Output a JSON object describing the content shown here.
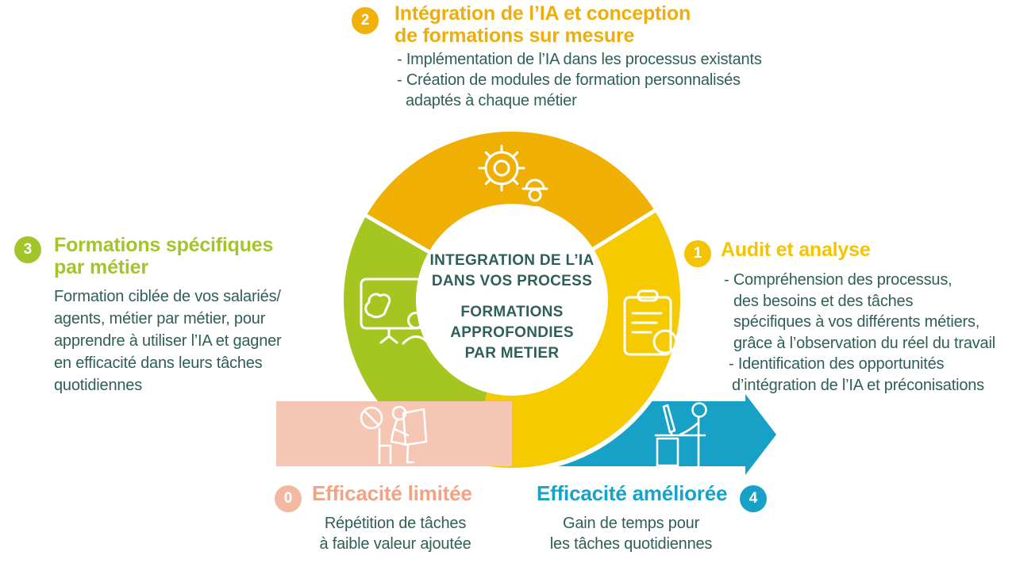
{
  "diagram_title": "",
  "colors": {
    "gold_segment": "#F0AF03",
    "yellow_segment": "#F6CA00",
    "green_segment": "#A5C521",
    "pink_band": "#F5C6B3",
    "blue_arrow": "#17A1C7",
    "teal_text": "#2E5F58",
    "heading_gold": "#EFAD0C",
    "heading_yellow": "#F5C400",
    "heading_green": "#A2C52B",
    "heading_salmon": "#F2A285",
    "heading_blue": "#16A3C7",
    "badge_salmon": "#F4B8A0",
    "icon_stroke": "#FFFFFF"
  },
  "center": {
    "group1": [
      "INTEGRATION DE L’IA",
      "DANS VOS PROCESS"
    ],
    "group2": [
      "FORMATIONS",
      "APPROFONDIES",
      "PAR METIER"
    ]
  },
  "donut": {
    "segment_icons": [
      "gear-worker-icon",
      "clipboard-search-icon",
      "training-screen-icon"
    ],
    "band_icons": [
      "seated-person-prohibited-icon",
      "standing-desk-person-icon"
    ]
  },
  "steps": [
    {
      "number": "0",
      "title": "Efficacité limitée",
      "body_lines": [
        "Répétition de tâches",
        "à faible valeur ajoutée"
      ]
    },
    {
      "number": "1",
      "title": "Audit et analyse",
      "body_lines": [
        "- Compréhension des processus,",
        "des besoins et des tâches",
        "spécifiques à vos différents métiers,",
        "grâce à l’observation du réel du travail",
        "- Identification des opportunités",
        "d’intégration de l’IA et préconisations"
      ]
    },
    {
      "number": "2",
      "title_lines": [
        "Intégration de l’IA et conception",
        "de formations sur mesure"
      ],
      "body_lines": [
        "- Implémentation de l’IA dans les processus existants",
        "- Création de modules de formation personnalisés",
        "adaptés à chaque métier"
      ]
    },
    {
      "number": "3",
      "title_lines": [
        "Formations spécifiques",
        "par métier"
      ],
      "body_lines": [
        "Formation ciblée de vos salariés/",
        "agents, métier par métier, pour",
        "apprendre à utiliser l’IA et gagner",
        "en efficacité dans leurs tâches",
        "quotidiennes"
      ]
    },
    {
      "number": "4",
      "title": "Efficacité améliorée",
      "body_lines": [
        "Gain de temps pour",
        "les tâches quotidiennes"
      ]
    }
  ]
}
